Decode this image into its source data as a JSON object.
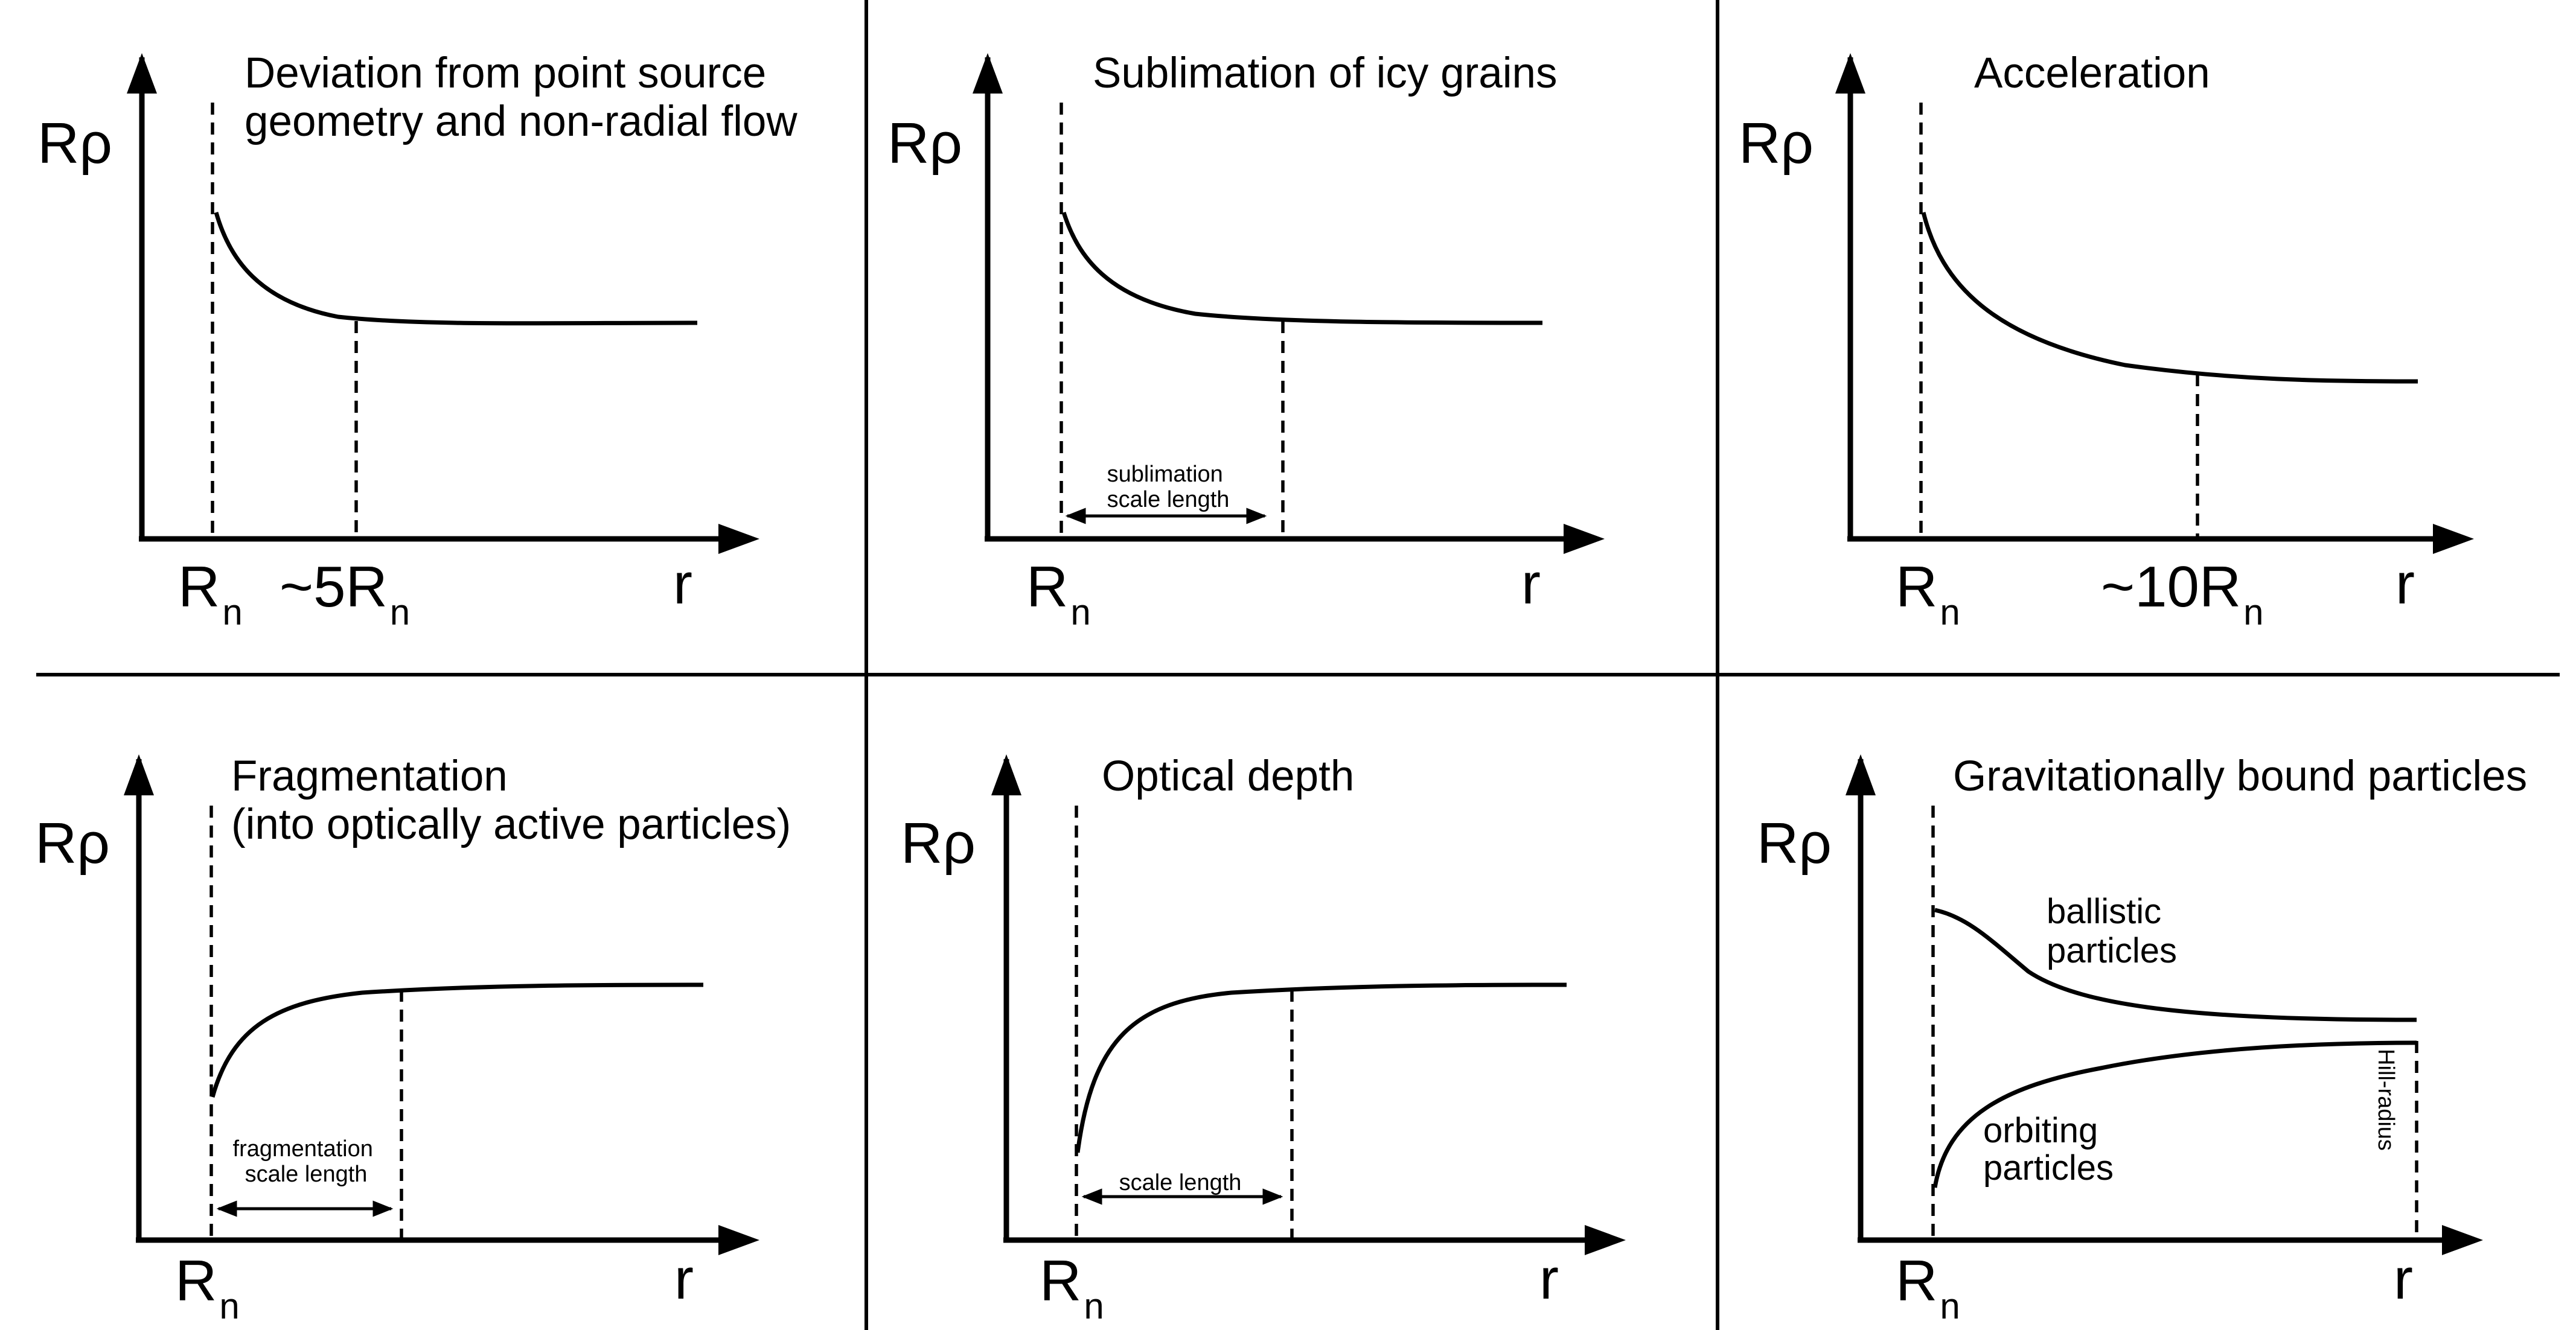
{
  "panels": [
    {
      "id": "p1",
      "title_lines": [
        "Deviation from point source",
        "geometry and non-radial flow"
      ],
      "y_label": "Rρ",
      "x_label": "r",
      "rn_label": {
        "base": "R",
        "sub": "n"
      },
      "extra_tick": {
        "base": "~5R",
        "sub": "n"
      }
    },
    {
      "id": "p2",
      "title_lines": [
        "Sublimation of icy grains"
      ],
      "y_label": "Rρ",
      "x_label": "r",
      "rn_label": {
        "base": "R",
        "sub": "n"
      },
      "annotation_lines": [
        "sublimation",
        "scale length"
      ]
    },
    {
      "id": "p3",
      "title_lines": [
        "Acceleration"
      ],
      "y_label": "Rρ",
      "x_label": "r",
      "rn_label": {
        "base": "R",
        "sub": "n"
      },
      "extra_tick": {
        "base": "~10R",
        "sub": "n"
      }
    },
    {
      "id": "p4",
      "title_lines": [
        "Fragmentation",
        "(into optically active particles)"
      ],
      "y_label": "Rρ",
      "x_label": "r",
      "rn_label": {
        "base": "R",
        "sub": "n"
      },
      "annotation_lines": [
        "fragmentation",
        "scale length"
      ]
    },
    {
      "id": "p5",
      "title_lines": [
        "Optical depth"
      ],
      "y_label": "Rρ",
      "x_label": "r",
      "rn_label": {
        "base": "R",
        "sub": "n"
      },
      "annotation_lines": [
        "scale length"
      ]
    },
    {
      "id": "p6",
      "title_lines": [
        "Gravitationally bound particles"
      ],
      "y_label": "Rρ",
      "x_label": "r",
      "rn_label": {
        "base": "R",
        "sub": "n"
      },
      "curve_labels": {
        "upper": [
          "ballistic",
          "particles"
        ],
        "lower": [
          "orbiting",
          "particles"
        ],
        "boundary": "Hill-radius"
      }
    }
  ]
}
